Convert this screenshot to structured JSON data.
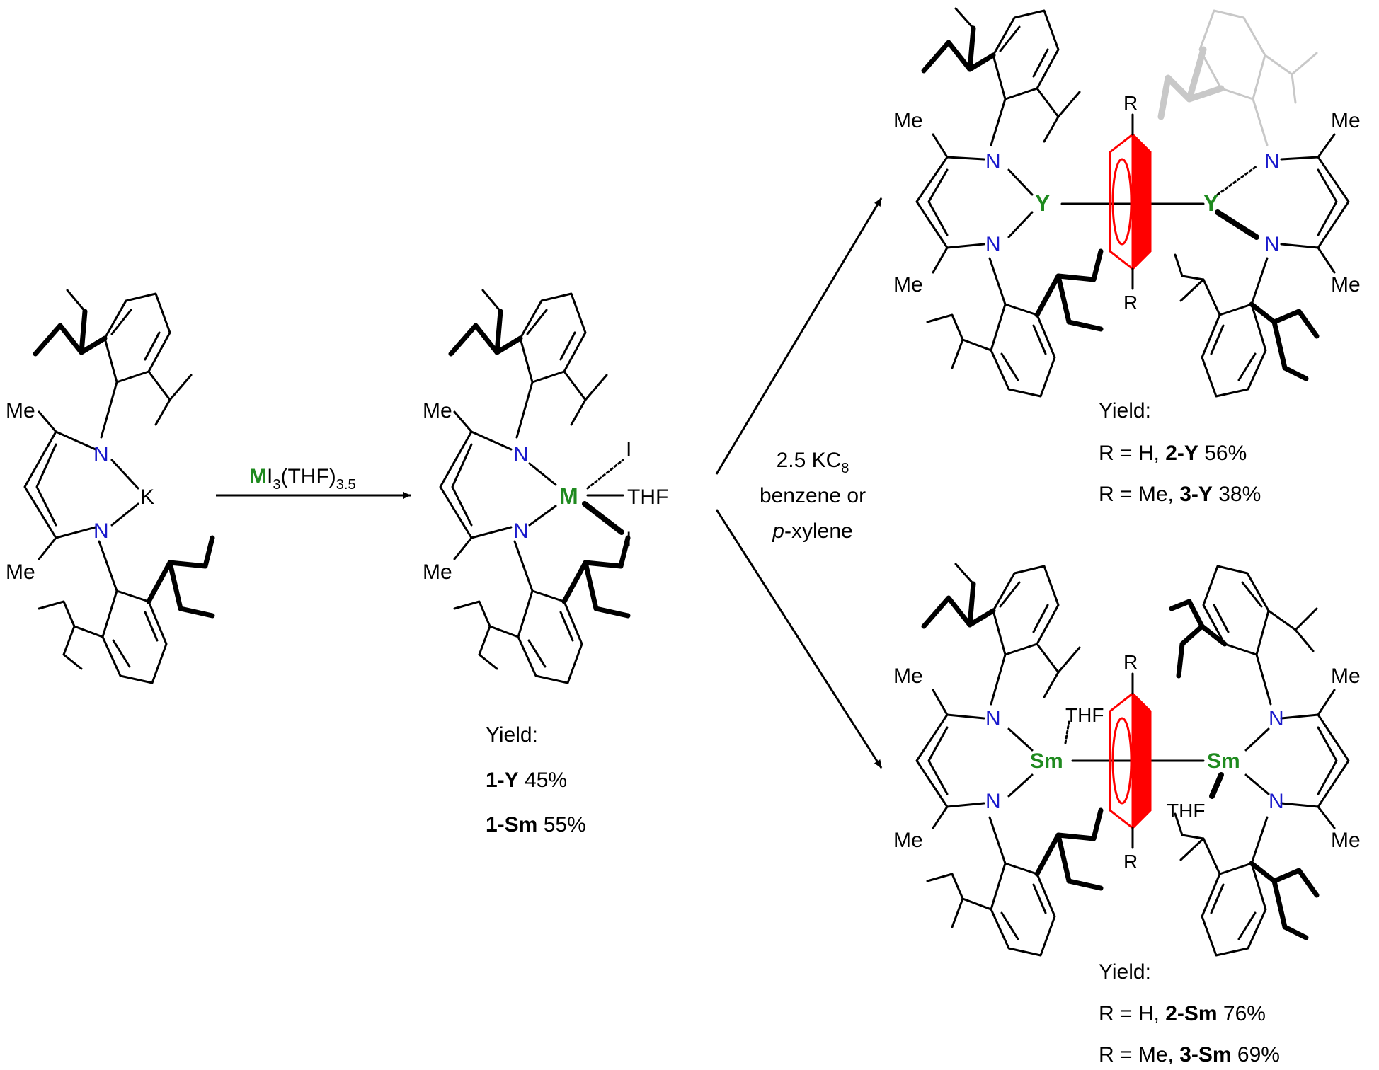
{
  "colors": {
    "bond": "#000000",
    "nitrogen": "#1a1acc",
    "metal": "#1f8a1f",
    "arene": "#ff0000",
    "faded": "#c8c8c8"
  },
  "structure_labels": {
    "methyl": "Me",
    "nitrogen": "N",
    "potassium": "K",
    "metal_generic": "M",
    "iodide": "I",
    "thf": "THF",
    "yttrium": "Y",
    "samarium": "Sm",
    "substituent": "R"
  },
  "step1": {
    "reagent_metal": "M",
    "reagent_rest": "I",
    "reagent_sub1": "3",
    "reagent_paren": "(THF)",
    "reagent_sub2": "3.5"
  },
  "step2": {
    "reagent_line1_a": "2.5 KC",
    "reagent_line1_sub": "8",
    "reagent_line2": "benzene or",
    "reagent_line3_italic": "p",
    "reagent_line3_rest": "-xylene"
  },
  "yields_intermediate": {
    "heading": "Yield:",
    "rows": [
      {
        "compound": "1-Y",
        "value": " 45%"
      },
      {
        "compound": "1-Sm",
        "value": " 55%"
      }
    ]
  },
  "yields_yttrium": {
    "heading": "Yield:",
    "rows": [
      {
        "prefix": "R = H, ",
        "compound": "2-Y",
        "value": " 56%"
      },
      {
        "prefix": "R = Me, ",
        "compound": "3-Y",
        "value": " 38%"
      }
    ]
  },
  "yields_samarium": {
    "heading": "Yield:",
    "rows": [
      {
        "prefix": "R = H, ",
        "compound": "2-Sm",
        "value": " 76%"
      },
      {
        "prefix": "R = Me, ",
        "compound": "3-Sm",
        "value": " 69%"
      }
    ]
  }
}
